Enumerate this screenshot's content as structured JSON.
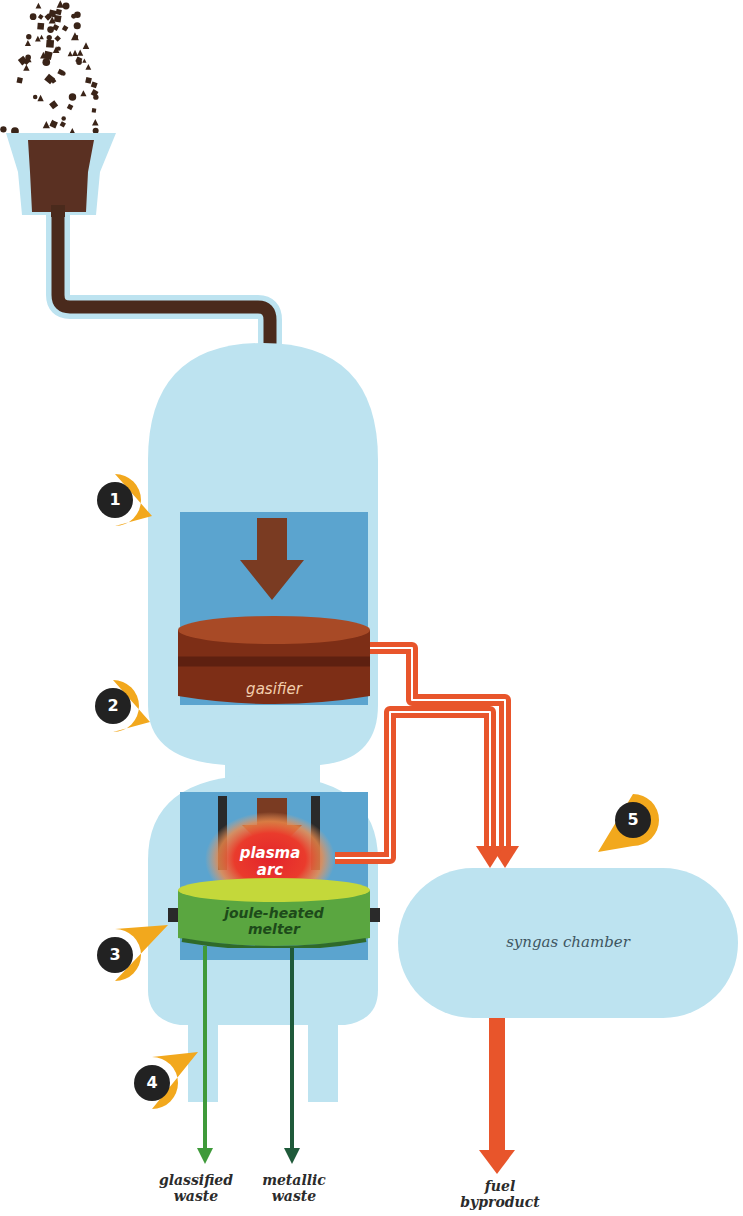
{
  "diagram": {
    "nodes": [
      {
        "text": [
          "gasifier"
        ]
      },
      {
        "text": [
          "plasma arc"
        ]
      },
      {
        "text": [
          "joule-heated melter"
        ]
      },
      {
        "text": [
          "syngas chamber"
        ]
      }
    ],
    "edges": [
      {
        "from": 0,
        "to": 3,
        "arrow": "to"
      },
      {
        "from": 1,
        "to": 3,
        "arrow": "to"
      }
    ],
    "labels": [
      "1",
      "2",
      "3",
      "4",
      "5",
      "glassified waste",
      "metallic waste",
      "fuel byproduct"
    ]
  }
}
